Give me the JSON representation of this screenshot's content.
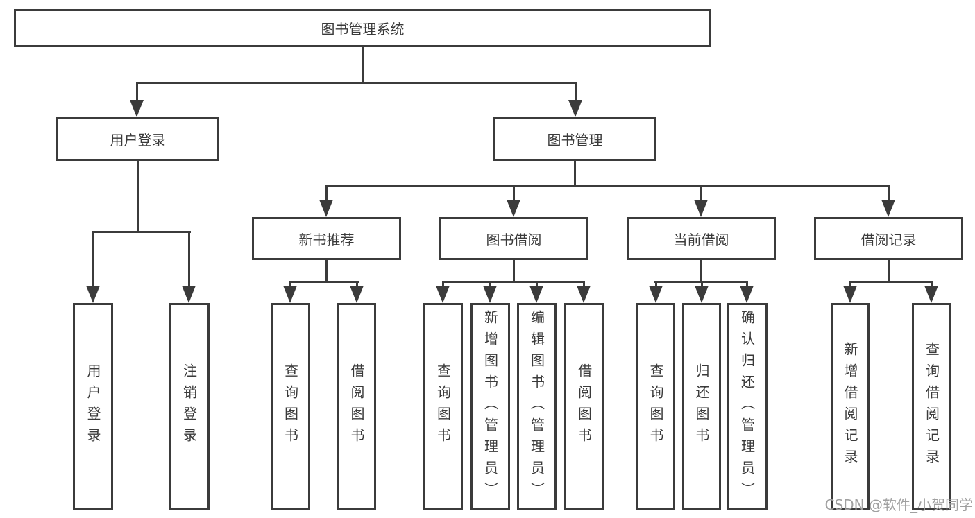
{
  "nodes": {
    "root": "图书管理系统",
    "level2": [
      "用户登录",
      "图书管理"
    ],
    "level3": [
      "新书推荐",
      "图书借阅",
      "当前借阅",
      "借阅记录"
    ],
    "user_login_children": [
      "用户登录",
      "注销登录"
    ],
    "new_book_children": [
      "查询图书",
      "借阅图书"
    ],
    "book_borrow_children": [
      "查询图书",
      "新增图书（管理员）",
      "编辑图书（管理员）",
      "借阅图书"
    ],
    "current_borrow_children": [
      "查询图书",
      "归还图书",
      "确认归还（管理员）"
    ],
    "borrow_record_children": [
      "新增借阅记录",
      "查询借阅记录"
    ]
  },
  "watermark": {
    "text": "CSDN @软件_小贺同学"
  },
  "colors": {
    "line": "#3b3b3b",
    "text": "#3a3a3a",
    "watermark": "#a0a0a0",
    "background": "#ffffff"
  }
}
